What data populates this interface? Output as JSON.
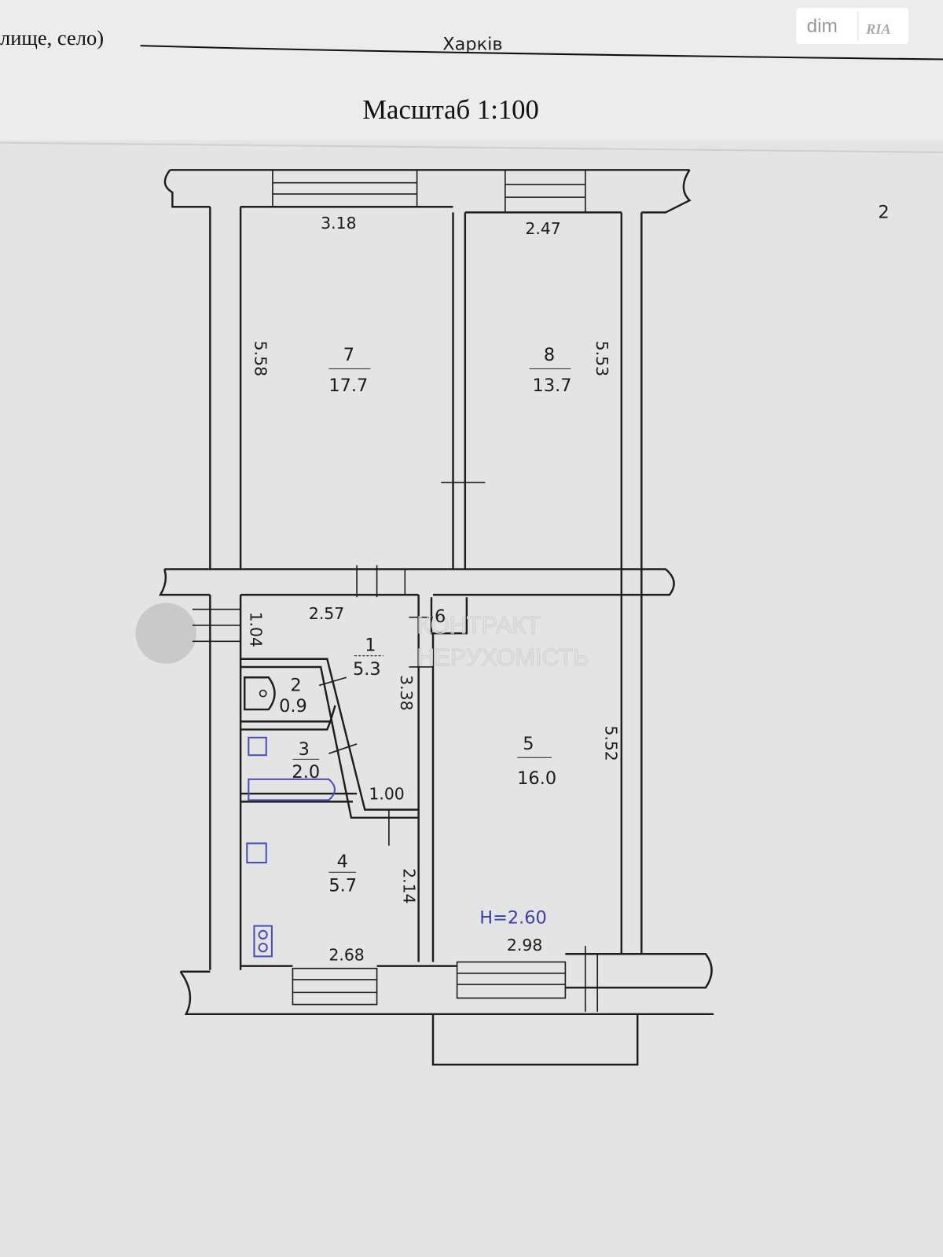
{
  "header": {
    "form_label_fragment": "лище, село)",
    "city_handwritten": "Харків",
    "scale_label": "Масштаб 1:100",
    "sheet_number": "2"
  },
  "badge": {
    "left": "dim",
    "right": "RIA"
  },
  "watermark": {
    "line1": "КОНТРАКТ",
    "line2": "НЕРУХОМІСТЬ"
  },
  "rooms": [
    {
      "number": "1",
      "area": "5.3"
    },
    {
      "number": "2",
      "area": "0.9"
    },
    {
      "number": "3",
      "area": "2.0"
    },
    {
      "number": "4",
      "area": "5.7"
    },
    {
      "number": "5",
      "area": "16.0"
    },
    {
      "number": "6",
      "area": ""
    },
    {
      "number": "7",
      "area": "17.7"
    },
    {
      "number": "8",
      "area": "13.7"
    }
  ],
  "dimensions": {
    "room7_width": "3.18",
    "room8_width": "2.47",
    "room7_length": "5.58",
    "room8_length": "5.53",
    "hall_width": "2.57",
    "hall_short": "1.04",
    "hall_length": "3.38",
    "bath_offset": "1.00",
    "kitchen_length": "2.14",
    "kitchen_width": "2.68",
    "room5_width": "2.98",
    "room5_length": "5.52"
  },
  "ceiling_height": "H=2.60"
}
